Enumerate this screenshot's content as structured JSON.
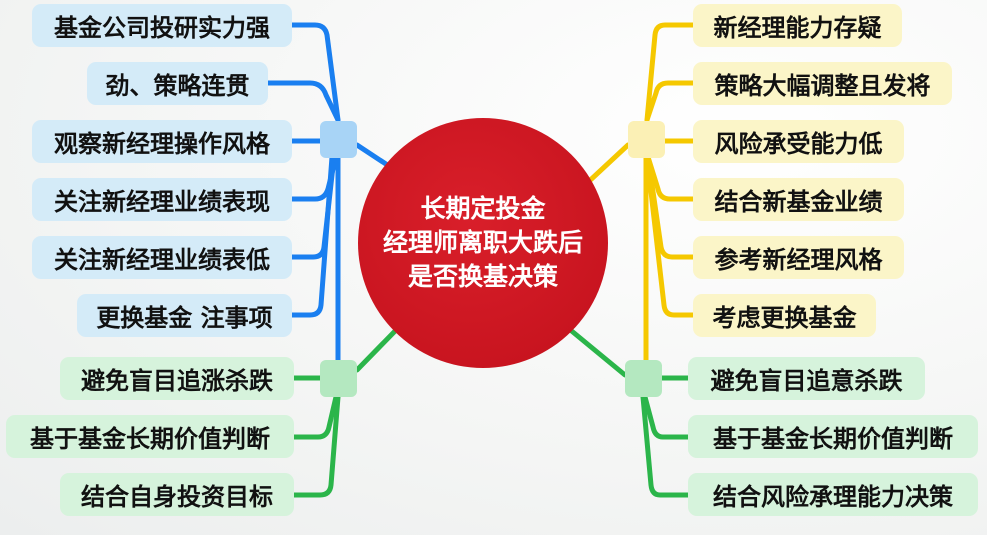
{
  "center": {
    "lines": [
      "长期定投金",
      "经理师离职大跌后",
      "是否换基决策"
    ],
    "color": "#d01a24"
  },
  "branches": {
    "left_blue": {
      "color": "#1a7ff0",
      "items": [
        {
          "label": "基金公司投研实力强"
        },
        {
          "label": "劲、策略连贯"
        },
        {
          "label": "观察新经理操作风格"
        },
        {
          "label": "关注新经理业绩表现"
        },
        {
          "label": "关注新经理业绩表低"
        },
        {
          "label": "更换基金 注事项"
        }
      ]
    },
    "left_green": {
      "color": "#2bb54a",
      "items": [
        {
          "label": "避免盲目追涨杀跌"
        },
        {
          "label": "基于基金长期价值判断"
        },
        {
          "label": "结合自身投资目标"
        }
      ]
    },
    "right_yellow": {
      "color": "#f5c800",
      "items": [
        {
          "label": "新经理能力存疑"
        },
        {
          "label": "策略大幅调整且发将"
        },
        {
          "label": "风险承受能力低"
        },
        {
          "label": "结合新基金业绩"
        },
        {
          "label": "参考新经理风格"
        },
        {
          "label": "考虑更换基金"
        }
      ]
    },
    "right_green": {
      "color": "#2bb54a",
      "items": [
        {
          "label": "避免盲目追意杀跌"
        },
        {
          "label": "基于基金长期价值判断"
        },
        {
          "label": "结合风险承理能力决策"
        }
      ]
    }
  }
}
